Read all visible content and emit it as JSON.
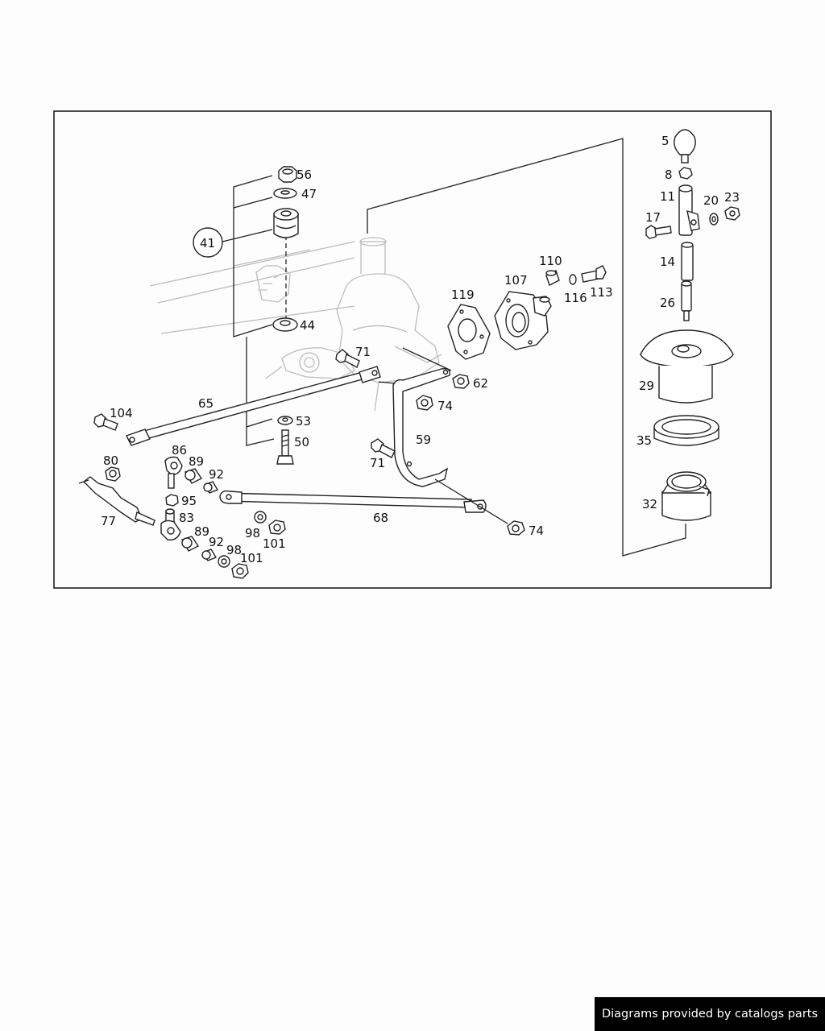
{
  "diagram": {
    "labels": {
      "p5": "5",
      "p8": "8",
      "p11": "11",
      "p17": "17",
      "p20": "20",
      "p23": "23",
      "p14": "14",
      "p26": "26",
      "p29": "29",
      "p35": "35",
      "p32": "32",
      "p56": "56",
      "p47": "47",
      "p41": "41",
      "p44": "44",
      "p53": "53",
      "p50": "50",
      "p71a": "71",
      "p71b": "71",
      "p62": "62",
      "p74a": "74",
      "p74b": "74",
      "p59": "59",
      "p65": "65",
      "p68": "68",
      "p104": "104",
      "p86": "86",
      "p89a": "89",
      "p89b": "89",
      "p92a": "92",
      "p92b": "92",
      "p95": "95",
      "p83": "83",
      "p80": "80",
      "p77": "77",
      "p98a": "98",
      "p98b": "98",
      "p101a": "101",
      "p101b": "101",
      "p119": "119",
      "p107": "107",
      "p110": "110",
      "p116": "116",
      "p113": "113"
    }
  },
  "footer": {
    "text": "Diagrams provided by catalogs parts"
  }
}
